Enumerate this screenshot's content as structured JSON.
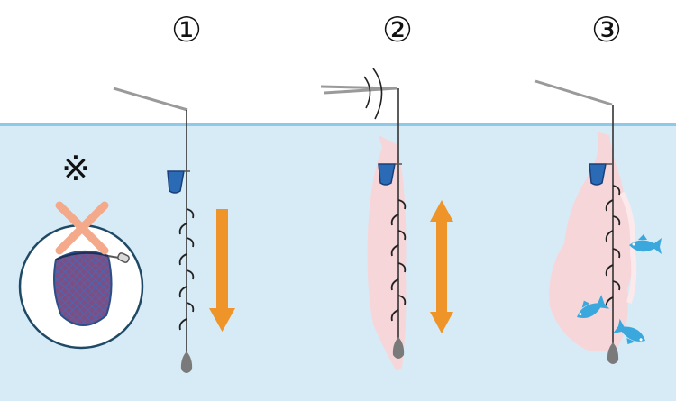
{
  "steps": [
    {
      "label": "①"
    },
    {
      "label": "②"
    },
    {
      "label": "③"
    }
  ],
  "note": {
    "symbol": "※"
  },
  "colors": {
    "sky": "#ffffff",
    "water": "#d6ebf6",
    "water_line": "#8fc9e8",
    "arrow": "#ee9428",
    "cross": "#f3a98a",
    "chum": "#f7d6da",
    "basket": "#2b6bb5",
    "fish": "#3aa8dc",
    "sinker": "#7a7a7a",
    "net_bag": "#7b4f86"
  },
  "icons": [
    "chum-basket-icon",
    "fish-icon",
    "sinker-icon",
    "mesh-net-icon",
    "cross-mark-icon",
    "arrow-down-icon",
    "arrow-updown-icon"
  ]
}
